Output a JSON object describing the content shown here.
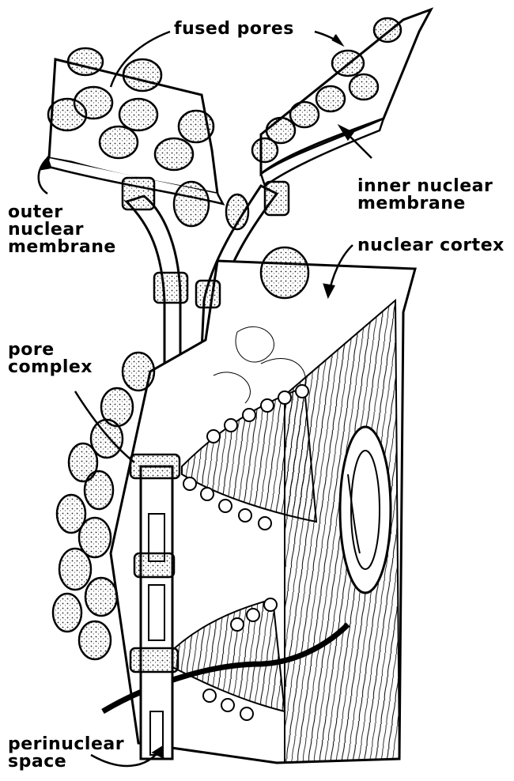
{
  "labels": {
    "fused_pores": "fused pores",
    "outer_membrane": [
      "outer",
      "nuclear",
      "membrane"
    ],
    "inner_membrane": [
      "inner nuclear",
      "membrane"
    ],
    "nuclear_cortex": "nuclear cortex",
    "pore_complex": [
      "pore",
      "complex"
    ],
    "perinuclear_space": [
      "perinuclear",
      "space"
    ]
  },
  "colors": {
    "ink": "#000000",
    "paper": "#ffffff",
    "stipple": "#444444"
  }
}
